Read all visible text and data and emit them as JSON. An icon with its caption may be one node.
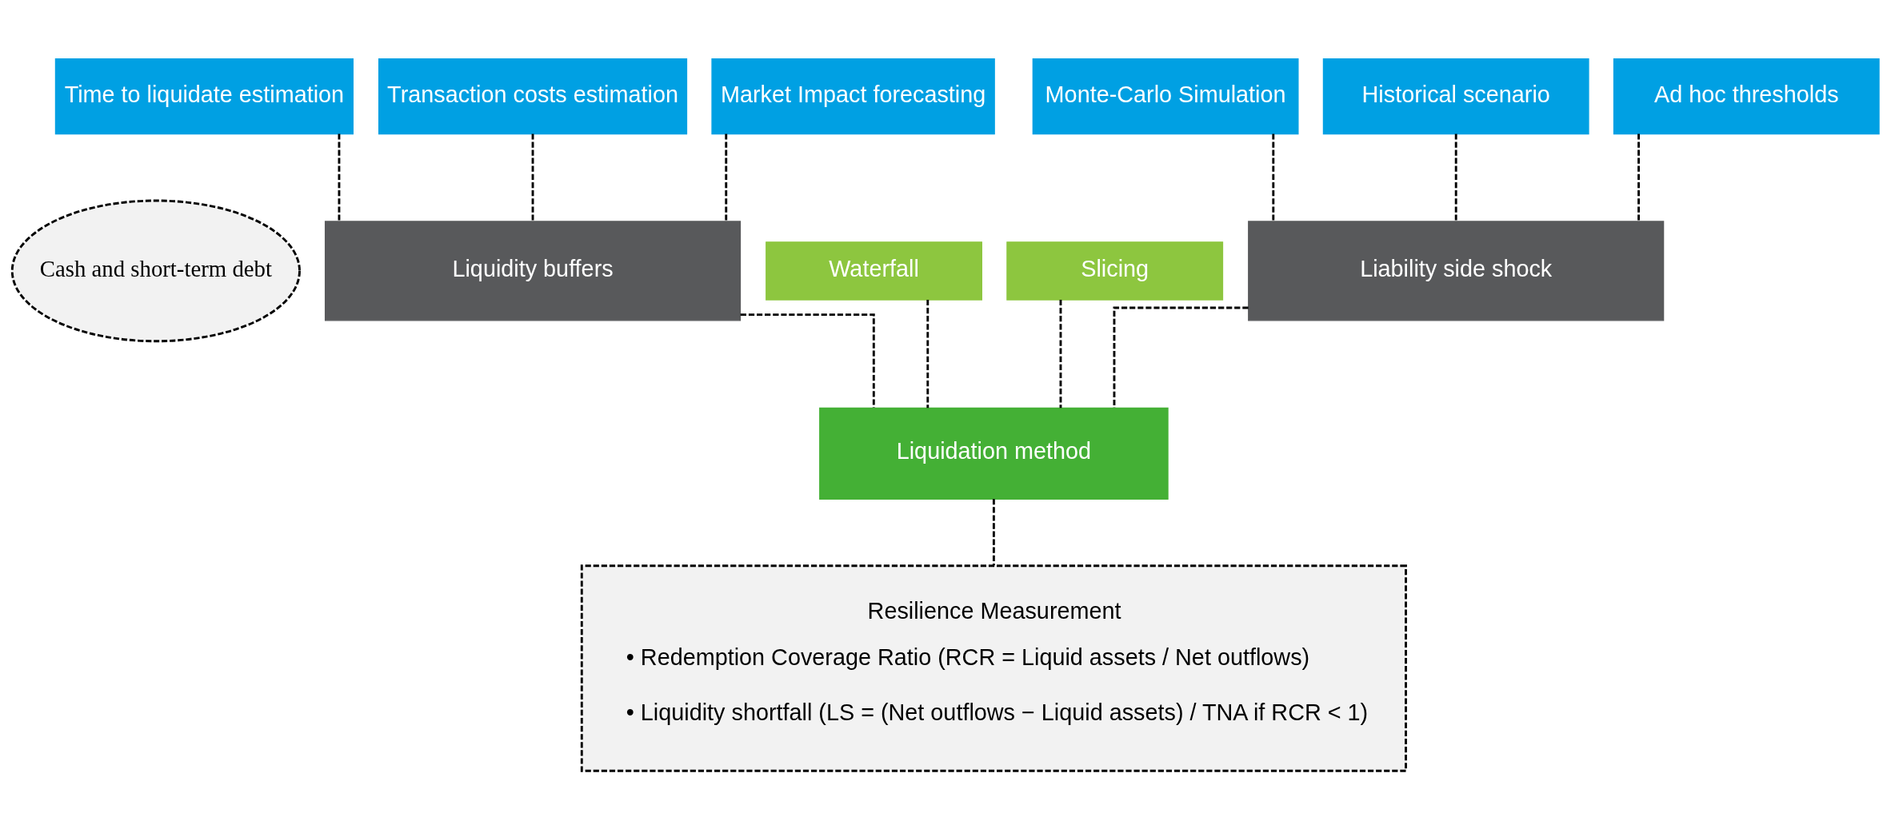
{
  "diagram": {
    "nodes": [
      {
        "text": [
          "Time to liquidate estimation"
        ]
      },
      {
        "text": [
          "Transaction costs estimation"
        ]
      },
      {
        "text": [
          "Market Impact forecasting"
        ]
      },
      {
        "text": [
          "Monte-Carlo Simulation"
        ]
      },
      {
        "text": [
          "Historical scenario"
        ]
      },
      {
        "text": [
          "Ad hoc thresholds"
        ]
      },
      {
        "text": [
          "Liquidity buffers"
        ]
      },
      {
        "text": [
          "Cash and short-term debt"
        ]
      },
      {
        "text": [
          "Liability side shock"
        ]
      },
      {
        "text": [
          "Waterfall"
        ]
      },
      {
        "text": [
          "Slicing"
        ]
      },
      {
        "text": [
          "Liquidation method"
        ]
      },
      {
        "text": [
          "Resilience Measurement",
          "• Redemption Coverage Ratio (RCR = Liquid assets / Net outflows)",
          "• Liquidity shortfall (LS = (Net outflows − Liquid assets) / TNA if RCR < 1)"
        ]
      }
    ],
    "edges": [
      {
        "from": 0,
        "to": 6,
        "arrow": "none",
        "style": "dashed"
      },
      {
        "from": 1,
        "to": 6,
        "arrow": "none",
        "style": "dashed"
      },
      {
        "from": 2,
        "to": 6,
        "arrow": "none",
        "style": "dashed"
      },
      {
        "from": 3,
        "to": 8,
        "arrow": "none",
        "style": "dashed"
      },
      {
        "from": 4,
        "to": 8,
        "arrow": "none",
        "style": "dashed"
      },
      {
        "from": 5,
        "to": 8,
        "arrow": "none",
        "style": "dashed"
      },
      {
        "from": 9,
        "to": 11,
        "arrow": "none",
        "style": "dashed"
      },
      {
        "from": 10,
        "to": 11,
        "arrow": "none",
        "style": "dashed"
      },
      {
        "from": 6,
        "to": 11,
        "arrow": "none",
        "style": "dashed"
      },
      {
        "from": 8,
        "to": 11,
        "arrow": "none",
        "style": "dashed"
      },
      {
        "from": 11,
        "to": 12,
        "arrow": "none",
        "style": "dashed"
      }
    ]
  }
}
